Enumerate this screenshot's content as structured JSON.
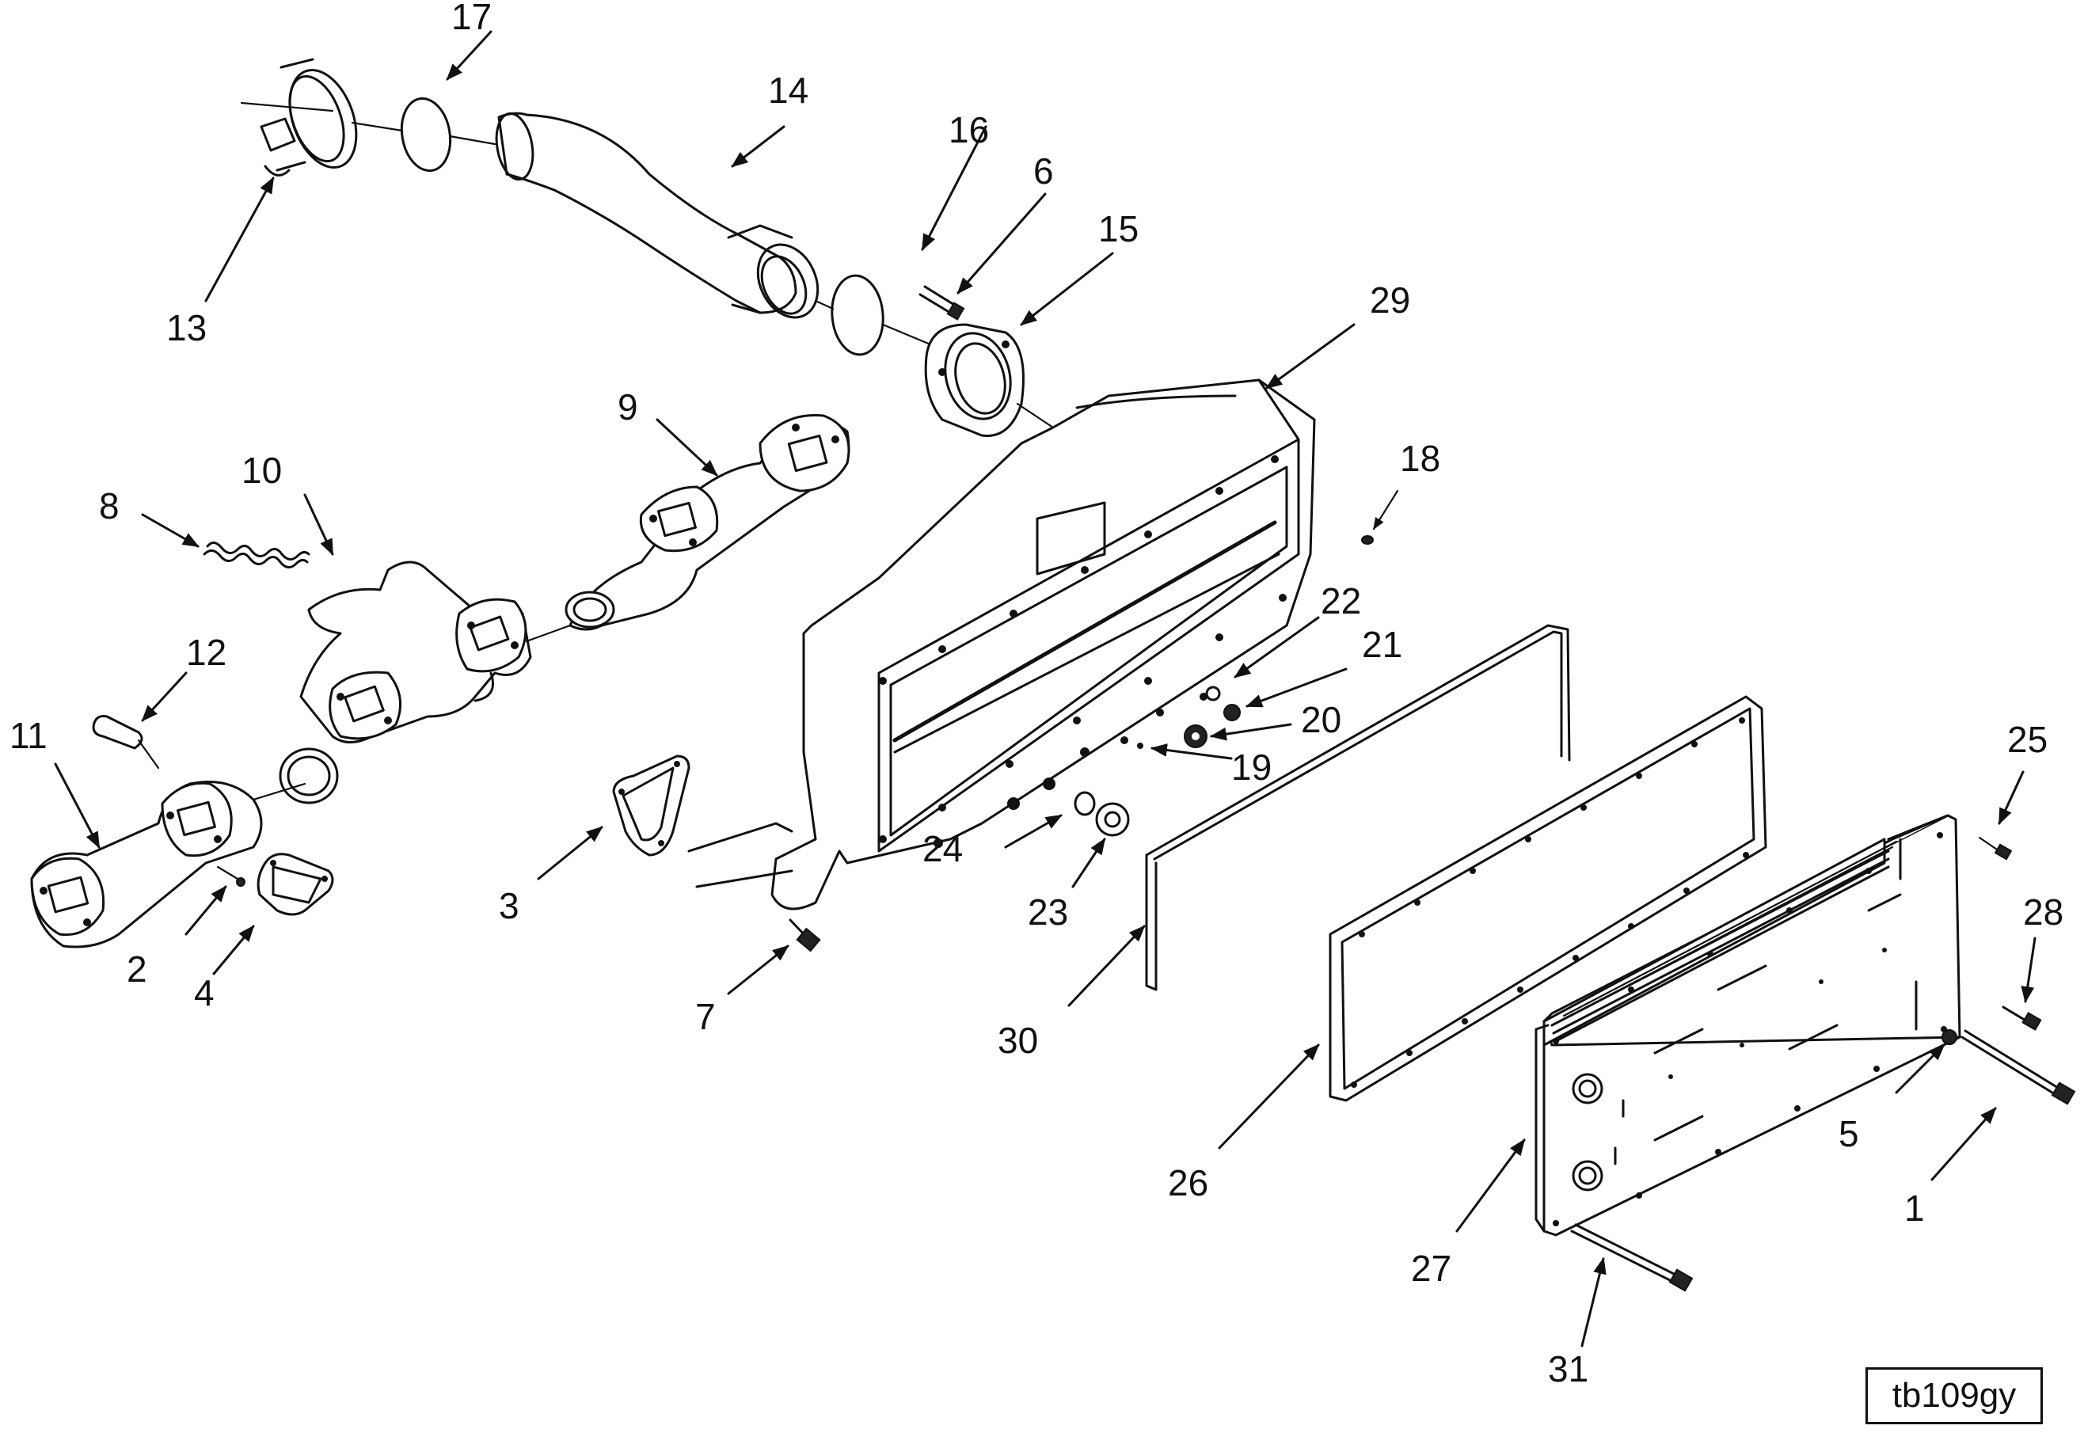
{
  "figure_id": "tb109gy",
  "callouts": {
    "c1": "1",
    "c2": "2",
    "c3": "3",
    "c4": "4",
    "c5": "5",
    "c6": "6",
    "c7": "7",
    "c8": "8",
    "c9": "9",
    "c10": "10",
    "c11": "11",
    "c12": "12",
    "c13": "13",
    "c14": "14",
    "c15": "15",
    "c16": "16",
    "c17": "17",
    "c18": "18",
    "c19": "19",
    "c20": "20",
    "c21": "21",
    "c22": "22",
    "c23": "23",
    "c24": "24",
    "c25": "25",
    "c26": "26",
    "c27": "27",
    "c28": "28",
    "c29": "29",
    "c30": "30",
    "c31": "31"
  }
}
